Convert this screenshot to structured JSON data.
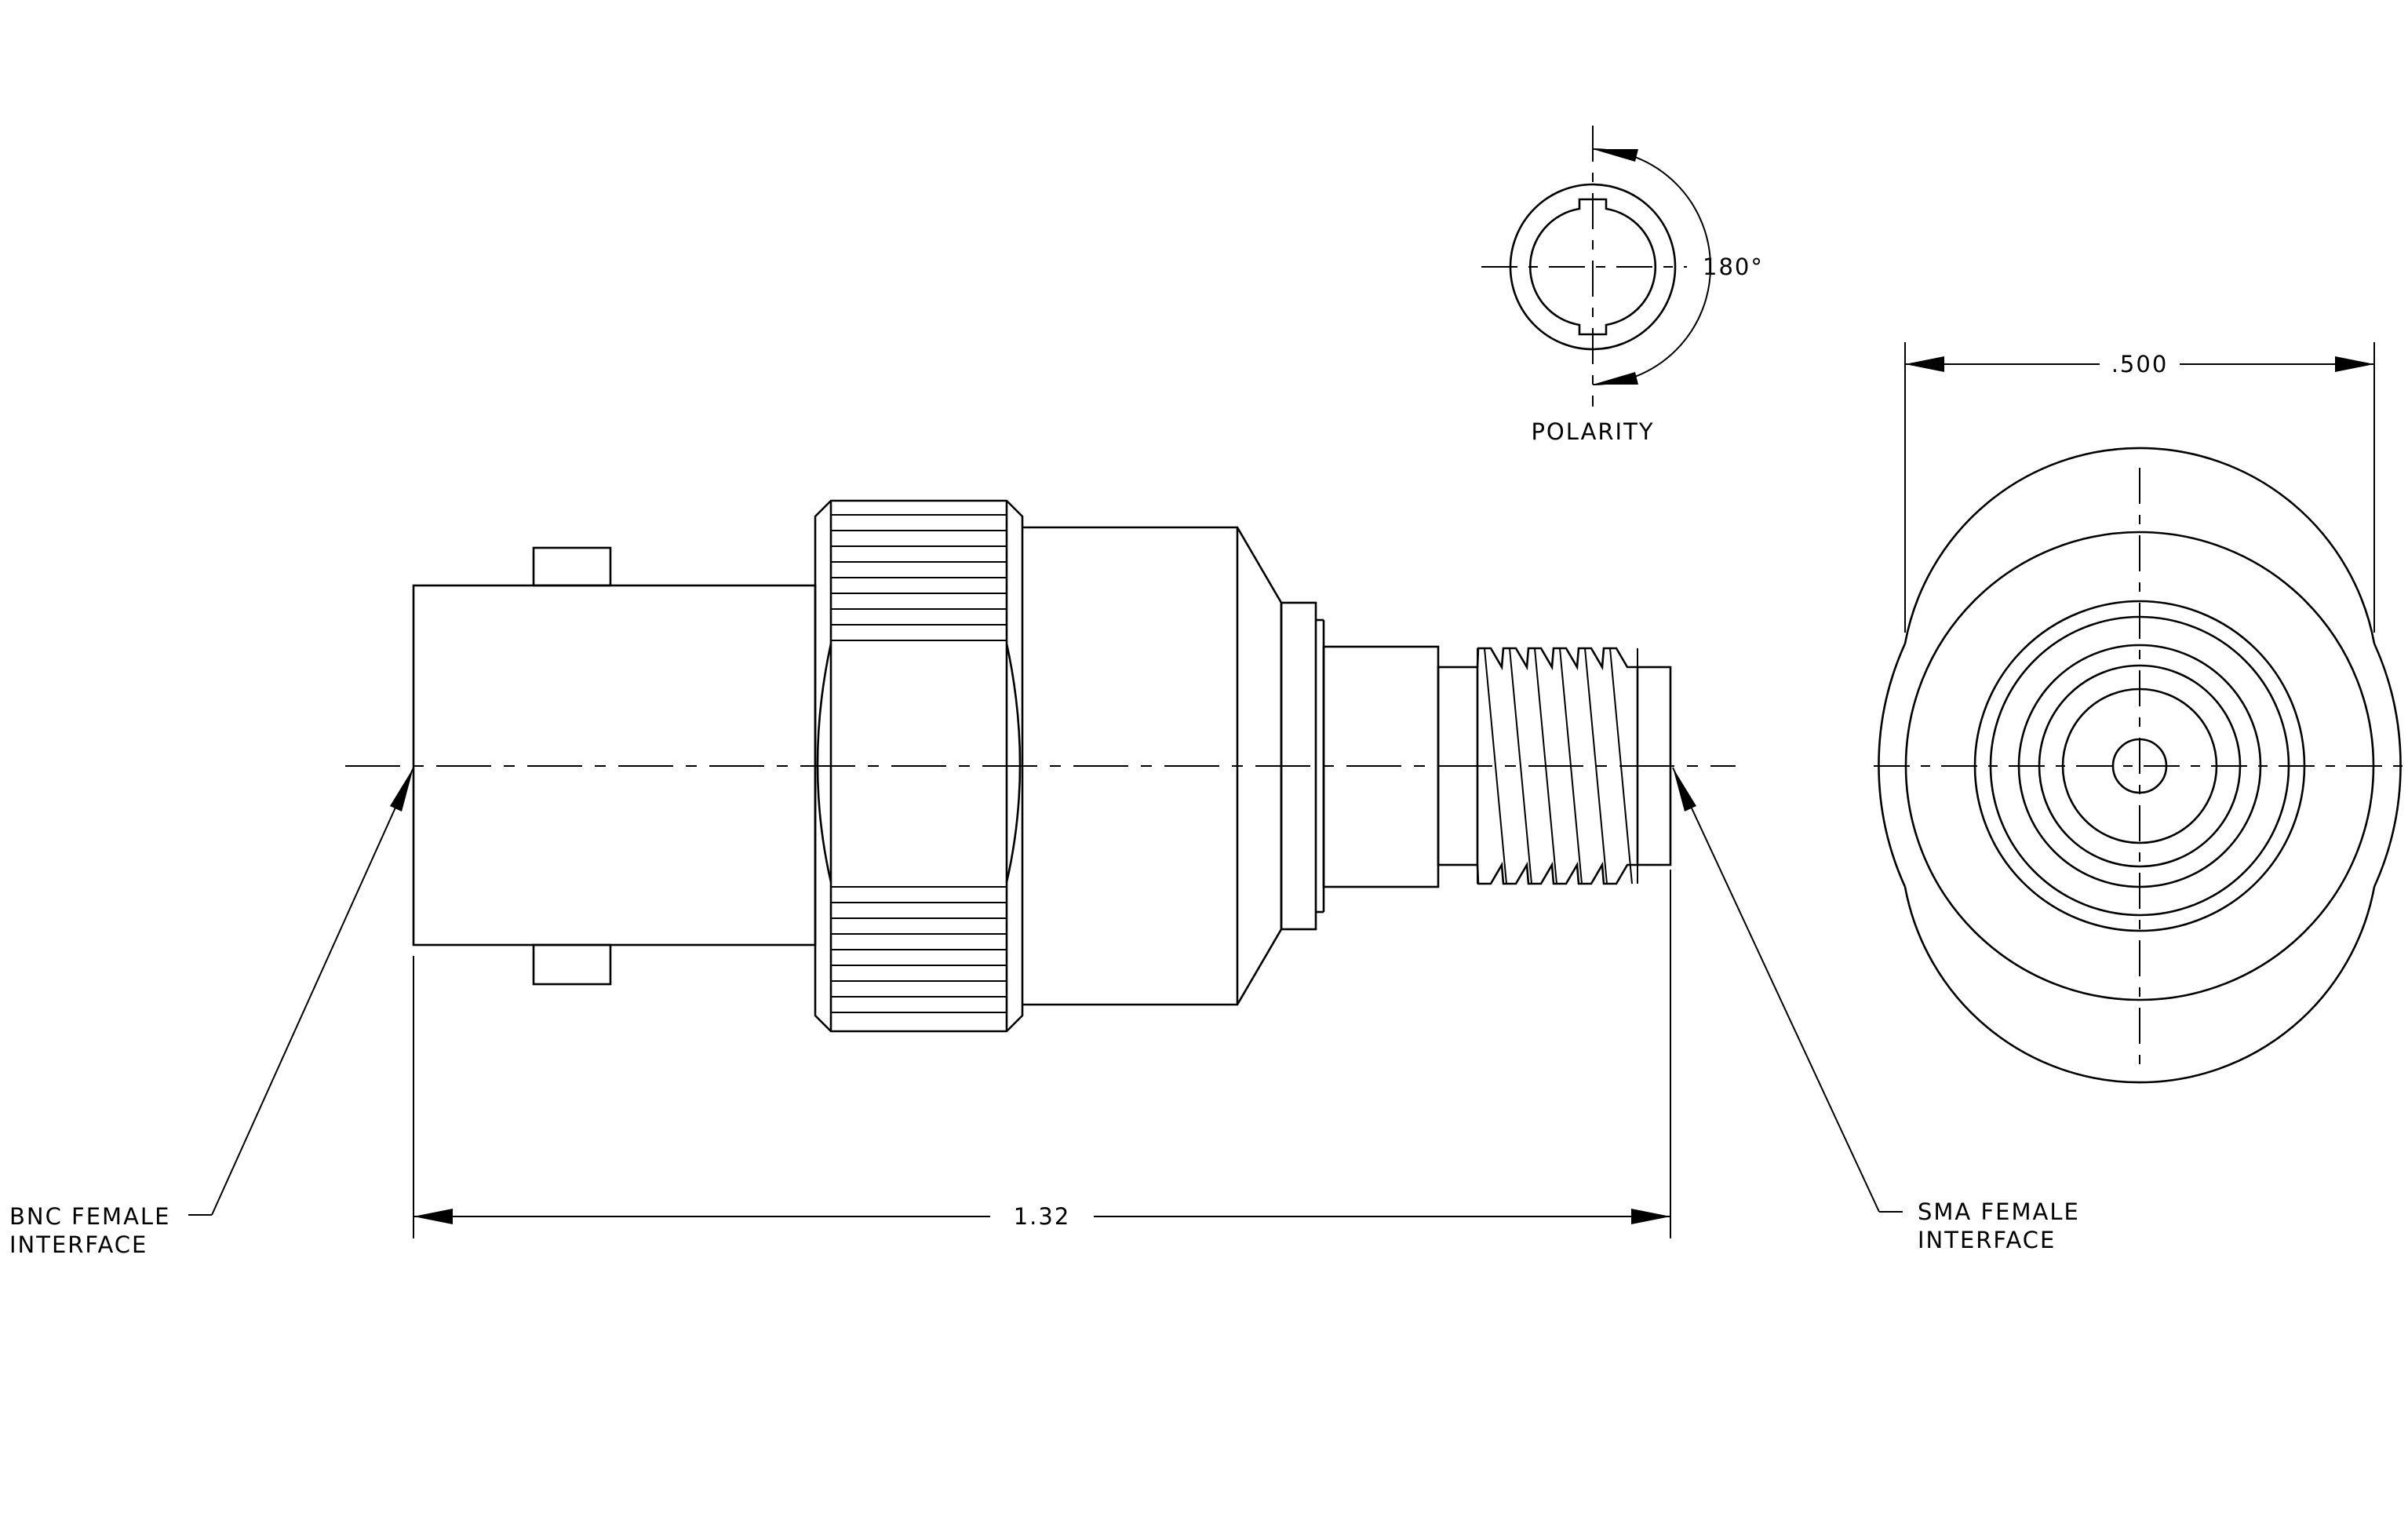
{
  "drawing": {
    "dimensions": {
      "overall_length": "1.32",
      "face_diameter": ".500",
      "polarity_angle": "180°"
    },
    "labels": {
      "polarity": "POLARITY",
      "bnc_line1": "BNC  FEMALE",
      "bnc_line2": "INTERFACE",
      "sma_line1": "SMA  FEMALE",
      "sma_line2": "INTERFACE"
    }
  }
}
